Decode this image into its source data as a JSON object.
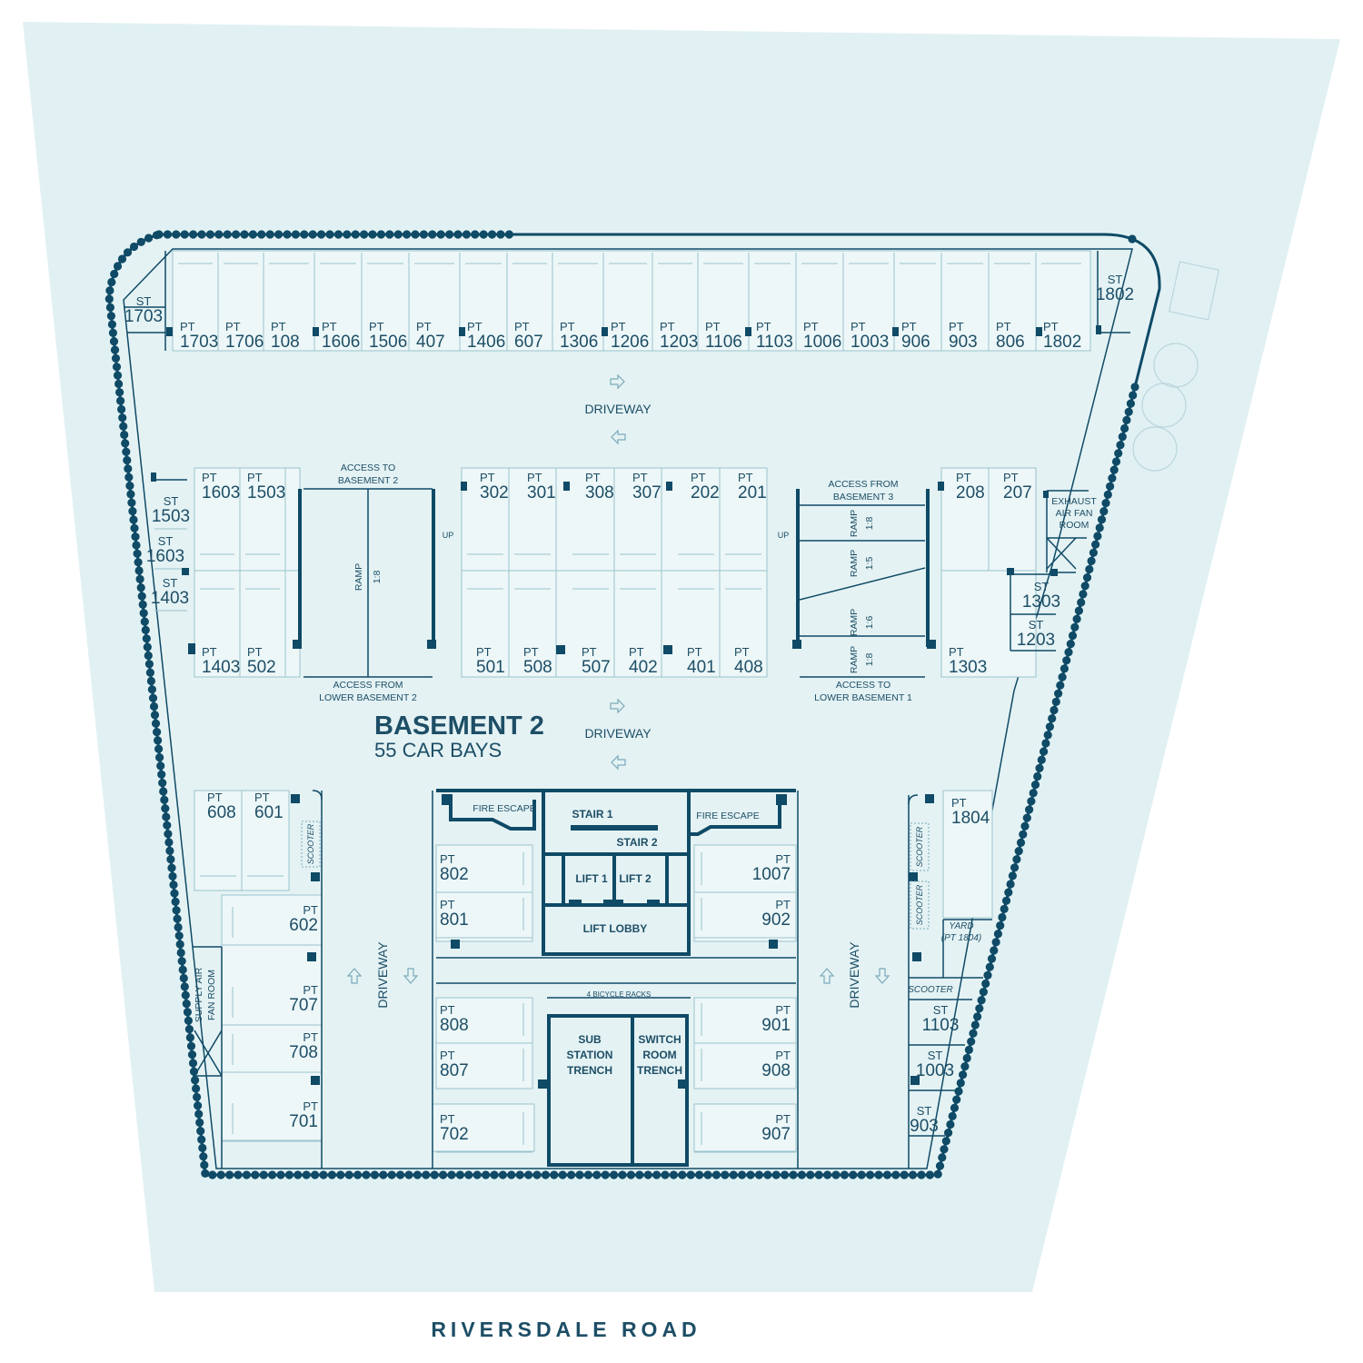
{
  "title": "BASEMENT 2",
  "subtitle": "55 CAR BAYS",
  "road": "RIVERSDALE ROAD",
  "colors": {
    "site": "#e1f1f3",
    "line": "#0f4a66",
    "text": "#1d4e66",
    "bay": "#edf7f8"
  },
  "labels": {
    "driveway": "DRIVEWAY",
    "ramp": "RAMP",
    "up": "UP",
    "access_to_b2": [
      "ACCESS TO",
      "BASEMENT 2"
    ],
    "access_from_lb2": [
      "ACCESS FROM",
      "LOWER BASEMENT 2"
    ],
    "access_from_b3": [
      "ACCESS FROM",
      "BASEMENT 3"
    ],
    "access_to_lb1": [
      "ACCESS TO",
      "LOWER BASEMENT 1"
    ],
    "exhaust": [
      "EXHAUST",
      "AIR FAN",
      "ROOM"
    ],
    "supply": [
      "SUPPLY AIR",
      "FAN ROOM"
    ],
    "fire_escape": "FIRE ESCAPE",
    "stair1": "STAIR 1",
    "stair2": "STAIR 2",
    "lift1": "LIFT 1",
    "lift2": "LIFT 2",
    "lift_lobby": "LIFT LOBBY",
    "bicycle": "4 BICYCLE RACKS",
    "substation": [
      "SUB",
      "STATION",
      "TRENCH"
    ],
    "switchroom": [
      "SWITCH",
      "ROOM",
      "TRENCH"
    ],
    "scooter": "SCOOTER",
    "yard": [
      "YARD",
      "(PT 1804)"
    ]
  },
  "ramp_ratios": {
    "b2": "1:8",
    "right": [
      "1:8",
      "1:5",
      "1:6",
      "1:8"
    ]
  },
  "bays": {
    "top_row": [
      "1703",
      "1706",
      "108",
      "1606",
      "1506",
      "407",
      "1406",
      "607",
      "1306",
      "1206",
      "1203",
      "1106",
      "1103",
      "1006",
      "1003",
      "906",
      "903",
      "806",
      "1802"
    ],
    "mid_left_top": [
      "1603",
      "1503"
    ],
    "mid_left_bottom": [
      "1403",
      "502"
    ],
    "mid_center_top": [
      "302",
      "301",
      "308",
      "307",
      "202",
      "201"
    ],
    "mid_center_bottom": [
      "501",
      "508",
      "507",
      "402",
      "401",
      "408"
    ],
    "mid_right_top": [
      "208",
      "207"
    ],
    "mid_right_bottom": [
      "1303"
    ],
    "lower_left_top": [
      "608",
      "601"
    ],
    "lower_left_side": [
      "602",
      "707",
      "708",
      "701"
    ],
    "core_left": [
      "802",
      "801",
      "808",
      "807",
      "702"
    ],
    "core_right": [
      "1007",
      "902",
      "901",
      "908",
      "907"
    ],
    "lower_right": [
      "1804"
    ]
  },
  "storage": {
    "top_left": "1703",
    "top_right": "1802",
    "left": [
      "1503",
      "1603",
      "1403"
    ],
    "right_mid": [
      "1303",
      "1203"
    ],
    "right_low": [
      "1103",
      "1003",
      "903"
    ]
  },
  "prefix": {
    "parking": "PT",
    "storage": "ST"
  }
}
